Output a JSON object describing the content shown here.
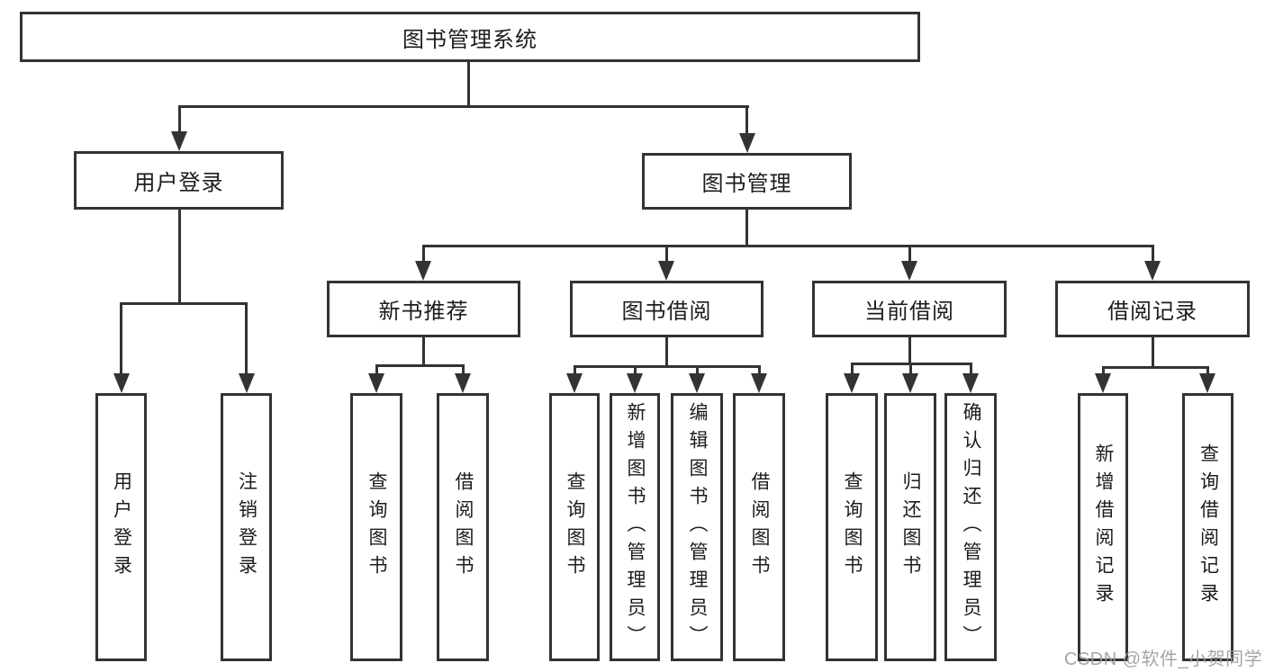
{
  "tree": {
    "label": "图书管理系统",
    "children": [
      {
        "label": "用户登录",
        "children": [
          {
            "label": "用户登录"
          },
          {
            "label": "注销登录"
          }
        ]
      },
      {
        "label": "图书管理",
        "children": [
          {
            "label": "新书推荐",
            "children": [
              {
                "label": "查询图书"
              },
              {
                "label": "借阅图书"
              }
            ]
          },
          {
            "label": "图书借阅",
            "children": [
              {
                "label": "查询图书"
              },
              {
                "label": "新增图书（管理员）"
              },
              {
                "label": "编辑图书（管理员）"
              },
              {
                "label": "借阅图书"
              }
            ]
          },
          {
            "label": "当前借阅",
            "children": [
              {
                "label": "查询图书"
              },
              {
                "label": "归还图书"
              },
              {
                "label": "确认归还（管理员）"
              }
            ]
          },
          {
            "label": "借阅记录",
            "children": [
              {
                "label": "新增借阅记录"
              },
              {
                "label": "查询借阅记录"
              }
            ]
          }
        ]
      }
    ]
  },
  "watermark": {
    "text": "CSDN @软件_小贺同学"
  },
  "colors": {
    "line": "#333333",
    "box_border": "#333333",
    "text": "#1c1c1c",
    "watermark": "#9b9b9b",
    "background": "#ffffff"
  }
}
